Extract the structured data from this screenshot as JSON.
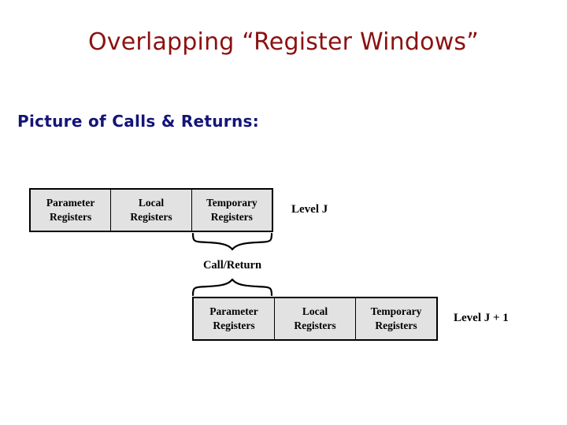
{
  "slide": {
    "title": "Overlapping “Register Windows”",
    "subtitle": "Picture of Calls & Returns:",
    "title_color": "#8c1111",
    "subtitle_color": "#141478",
    "background_color": "#ffffff"
  },
  "diagram": {
    "box_fill_color": "#e2e2e2",
    "box_border_color": "#000000",
    "connector_label": "Call/Return",
    "rows": [
      {
        "level_label": "Level J",
        "cells": [
          {
            "line1": "Parameter",
            "line2": "Registers"
          },
          {
            "line1": "Local",
            "line2": "Registers"
          },
          {
            "line1": "Temporary",
            "line2": "Registers"
          }
        ]
      },
      {
        "level_label": "Level J + 1",
        "cells": [
          {
            "line1": "Parameter",
            "line2": "Registers"
          },
          {
            "line1": "Local",
            "line2": "Registers"
          },
          {
            "line1": "Temporary",
            "line2": "Registers"
          }
        ]
      }
    ]
  }
}
